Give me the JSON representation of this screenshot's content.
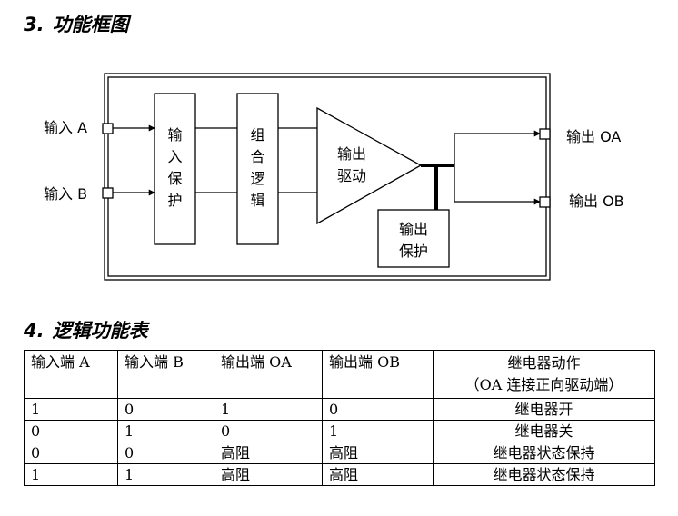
{
  "section3": {
    "number": "3.",
    "title": "功能框图"
  },
  "diagram": {
    "input_a": "输入 A",
    "input_b": "输入 B",
    "input_protect": [
      "输",
      "入",
      "保",
      "护"
    ],
    "combo_logic": [
      "组",
      "合",
      "逻",
      "辑"
    ],
    "driver": [
      "输出",
      "驱动"
    ],
    "output_protect": [
      "输出",
      "保护"
    ],
    "output_oa": "输出 OA",
    "output_ob": "输出 OB"
  },
  "section4": {
    "number": "4.",
    "title": "逻辑功能表"
  },
  "table": {
    "headers": [
      "输入端 A",
      "输入端 B",
      "输出端 OA",
      "输出端 OB"
    ],
    "relay_header": [
      "继电器动作",
      "（OA 连接正向驱动端）"
    ],
    "rows": [
      [
        "1",
        "0",
        "1",
        "0",
        "继电器开"
      ],
      [
        "0",
        "1",
        "0",
        "1",
        "继电器关"
      ],
      [
        "0",
        "0",
        "高阻",
        "高阻",
        "继电器状态保持"
      ],
      [
        "1",
        "1",
        "高阻",
        "高阻",
        "继电器状态保持"
      ]
    ]
  }
}
